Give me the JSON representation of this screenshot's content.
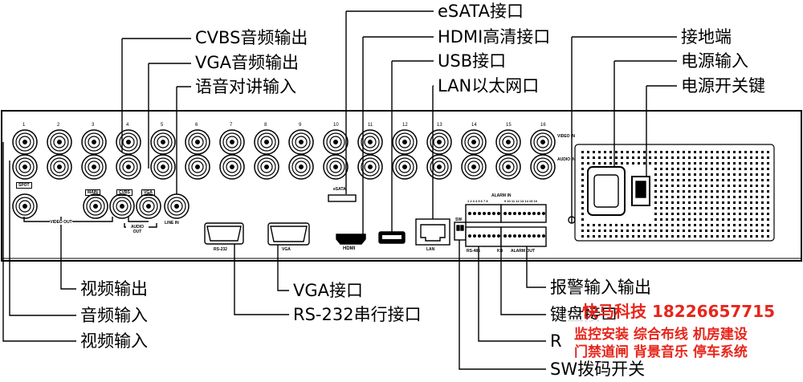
{
  "callouts": {
    "cvbs_audio_out": "CVBS音频输出",
    "vga_audio_out": "VGA音频输出",
    "voice_intercom_in": "语音对讲输入",
    "esata": "eSATA接口",
    "hdmi": "HDMI高清接口",
    "usb": "USB接口",
    "lan": "LAN以太网口",
    "ground": "接地端",
    "power_in": "电源输入",
    "power_switch": "电源开关键",
    "video_out": "视频输出",
    "audio_in": "音频输入",
    "video_in": "视频输入",
    "vga_port": "VGA接口",
    "rs232": "RS-232串行接口",
    "alarm_io": "报警输入输出",
    "keyboard_port": "键盘接口",
    "rs485_partial": "R",
    "sw_dip": "SW拨码开关"
  },
  "panel": {
    "channel_numbers": [
      "1",
      "2",
      "3",
      "4",
      "5",
      "6",
      "7",
      "8",
      "9",
      "10",
      "11",
      "12",
      "13",
      "14",
      "15",
      "16"
    ],
    "video_in": "VIDEO IN",
    "audio_in": "AUDIO IN",
    "spot": "SPOT",
    "main": "MAIN",
    "cvbs": "CVBS",
    "vga_tag": "VGA",
    "video_out": "VIDEO OUT",
    "audio_out": "AUDIO OUT",
    "line_in": "LINE IN",
    "esata": "eSATA",
    "rs232": "RS-232",
    "vga": "VGA",
    "hdmi": "HDMI",
    "lan": "LAN",
    "sw": "SW",
    "alarm_in": "ALARM IN",
    "alarm_in_nums_1": "1 2 3 4 5 6 7 8",
    "alarm_in_nums_2": "9 10 11 12 13 14 15 16",
    "rs485": "RS-485",
    "kb": "KB",
    "alarm_out": "ALARM OUT"
  },
  "watermark": {
    "title": "快马科技 18226657715",
    "line1": "监控安装  综合布线  机房建设",
    "line2": "门禁道闸  背景音乐  停车系统"
  },
  "colors": {
    "watermark": "#e8251b",
    "panel_bg": "#ffffff",
    "panel_border": "#000000"
  }
}
